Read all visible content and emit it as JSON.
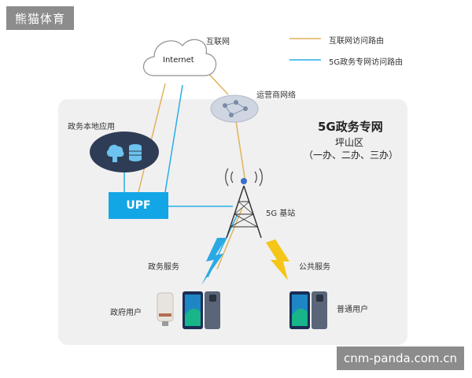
{
  "watermarks": {
    "top_left": "熊猫体育",
    "bottom_right": "cnm-panda.com.cn"
  },
  "legend": {
    "internet_route": "互联网访问路由",
    "gov_route": "5G政务专网访问路由"
  },
  "nodes": {
    "internet_cn": "互联网",
    "internet_en": "Internet",
    "operator": "运营商网络",
    "local_app": "政务本地应用",
    "upf": "UPF",
    "base_station": "5G 基站",
    "gov_service": "政务服务",
    "public_service": "公共服务",
    "gov_user": "政府用户",
    "normal_user": "普通用户"
  },
  "network": {
    "title": "5G政务专网",
    "district": "坪山区",
    "offices": "（一办、二办、三办）"
  },
  "colors": {
    "internet_route": "#e0b25c",
    "gov_route": "#29aee6",
    "upf": "#12a6e6",
    "panel": "#f0f0f0"
  }
}
